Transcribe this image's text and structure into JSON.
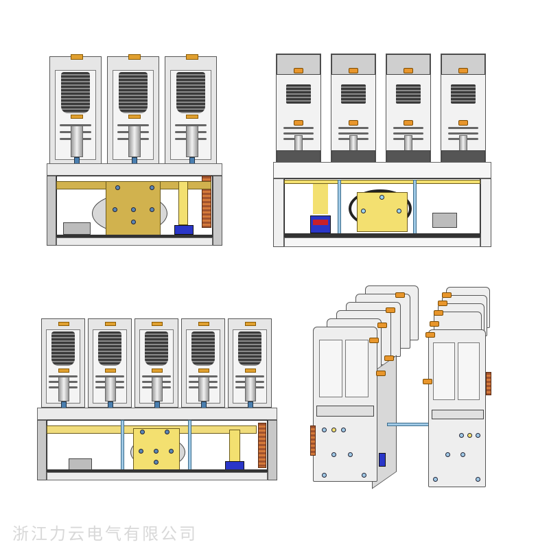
{
  "watermark": {
    "text": "浙江力云电气有限公司",
    "color": "#d8d8d8"
  },
  "images": [
    {
      "id": "panel-top-left",
      "description": "3-pole vacuum contactor, front view",
      "poles": 3
    },
    {
      "id": "panel-top-right",
      "description": "4-pole vacuum contactor, front view",
      "poles": 4
    },
    {
      "id": "panel-bottom-left",
      "description": "5-pole vacuum contactor, front view",
      "poles": 5
    },
    {
      "id": "panel-bottom-right",
      "description": "Vacuum contactor assembly, isometric view (two linked units)",
      "poles": 0
    }
  ],
  "colors": {
    "frame": "#e6e6e6",
    "brass": "#d1b24e",
    "yellow": "#f3e070",
    "bolt": "#e0a030",
    "blue_block": "#2a36c8",
    "rod": "#9fc9e6",
    "terminal": "#d4793a"
  }
}
